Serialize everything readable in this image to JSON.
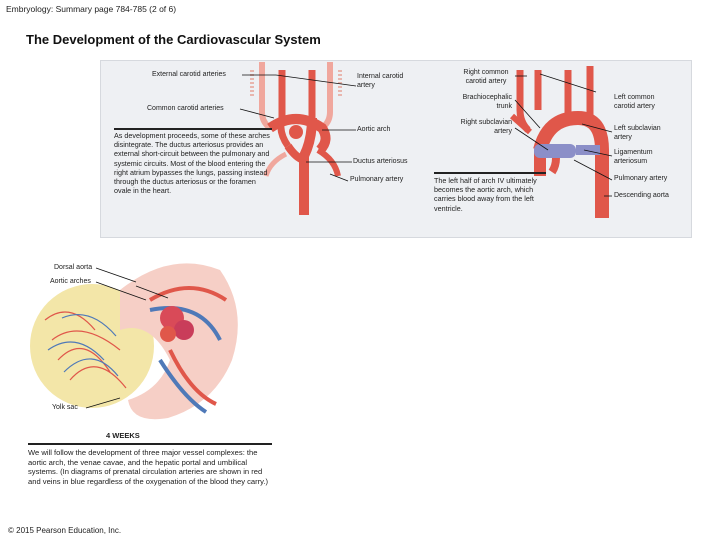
{
  "header": {
    "text": "Embryology: Summary page 784-785 (2 of 6)"
  },
  "title": "The Development of the Cardiovascular System",
  "labels": {
    "external_carotid": "External carotid arteries",
    "internal_carotid": "Internal carotid artery",
    "common_carotid": "Common carotid arteries",
    "aortic_arch": "Aortic arch",
    "ductus_arteriosus": "Ductus arteriosus",
    "pulmonary_artery_left": "Pulmonary artery",
    "right_common_carotid": "Right common carotid artery",
    "brachiocephalic": "Brachiocephalic trunk",
    "right_subclavian": "Right subclavian artery",
    "left_common_carotid": "Left common carotid artery",
    "left_subclavian": "Left subclavian artery",
    "ligamentum": "Ligamentum arteriosum",
    "pulmonary_artery_right": "Pulmonary artery",
    "descending_aorta": "Descending aorta",
    "dorsal_aorta": "Dorsal aorta",
    "aortic_arches": "Aortic arches",
    "yolk_sac": "Yolk sac",
    "weeks": "4 WEEKS"
  },
  "paragraph_left": "As development proceeds, some of these arches disintegrate. The ductus arteriosus provides an external short-circuit between the pulmonary and systemic circuits. Most of the blood entering the right atrium bypasses the lungs, passing instead through the ductus arteriosus or the foramen ovale in the heart.",
  "paragraph_right": "The left half of arch IV ultimately becomes the aortic arch, which carries blood away from the left ventricle.",
  "caption": "We will follow the development of three major vessel complexes: the aortic arch, the venae cavae, and the hepatic portal and umbilical systems. (In diagrams of prenatal circulation arteries are shown in red and veins in blue regardless of the oxygenation of the blood they carry.)",
  "copyright": "© 2015 Pearson Education, Inc.",
  "colors": {
    "artery": "#e0574a",
    "artery_light": "#f0a79d",
    "vein": "#4f79b8",
    "vein_violet": "#8b8fc8",
    "yolk": "#f3e6a8",
    "panel": "#eef0f3"
  }
}
